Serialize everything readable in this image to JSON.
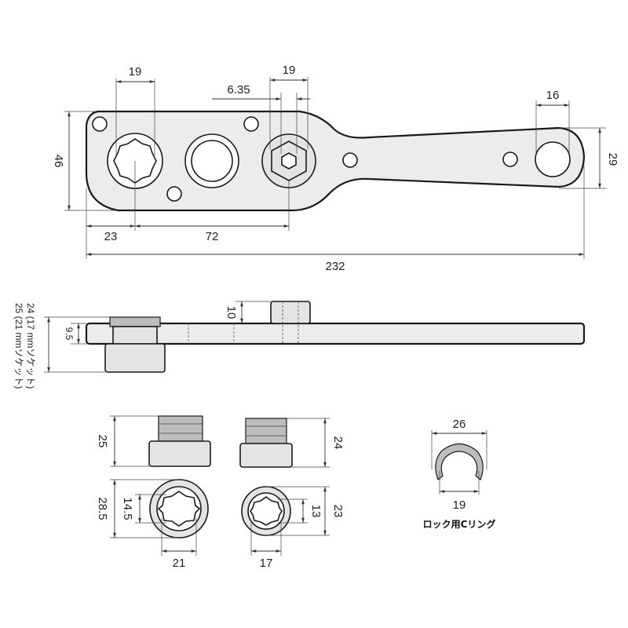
{
  "top_view": {
    "socket_hole_width": "19",
    "hex_key": "6.35",
    "hex_width": "19",
    "end_hole": "16",
    "head_height": "46",
    "handle_height": "29",
    "offset_left": "23",
    "offset_center": "72",
    "overall_length": "232"
  },
  "side_view": {
    "boss_height": "10",
    "plate_thickness": "9.5",
    "socket_height_17": "24 (17 mmソケット)",
    "socket_height_21": "25 (21 mmソケット)"
  },
  "socket_21": {
    "height": "25",
    "outer": "28.5",
    "inner": "14.5",
    "across": "21"
  },
  "socket_17": {
    "height": "24",
    "outer": "23",
    "inner": "13",
    "across": "17"
  },
  "c_ring": {
    "outer": "26",
    "inner": "19",
    "caption": "ロック用Cリング"
  }
}
